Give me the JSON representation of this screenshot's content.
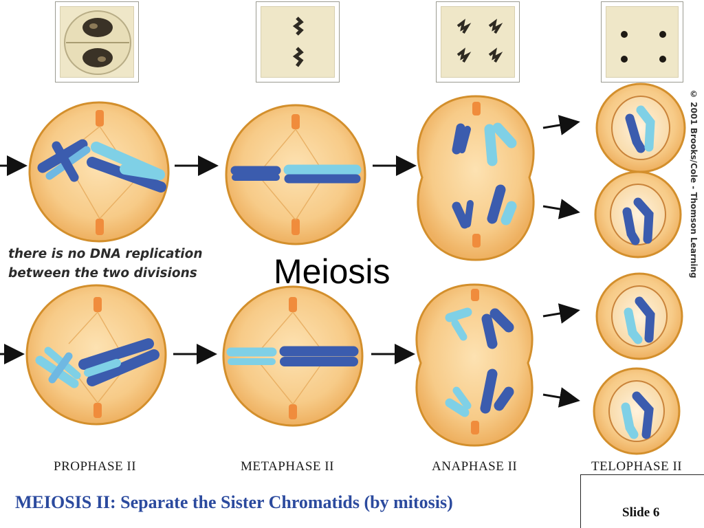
{
  "title": "Meiosis",
  "note": {
    "line1": "there is no DNA replication",
    "line2": "between the two divisions"
  },
  "phases": [
    {
      "label": "PROPHASE II"
    },
    {
      "label": "METAPHASE II"
    },
    {
      "label": "ANAPHASE II"
    },
    {
      "label": "TELOPHASE II"
    }
  ],
  "caption": "MEIOSIS II:  Separate the Sister Chromatids (by mitosis)",
  "credit": "© 2001 Brooks/Cole - Thomson Learning",
  "slide_label": "Slide 6",
  "colors": {
    "cell_fill": "#f4c784",
    "cell_edge": "#d9952e",
    "chromatid_dark": "#3b5cae",
    "chromatid_light": "#7fd0e6",
    "caption": "#2b4a9e"
  }
}
